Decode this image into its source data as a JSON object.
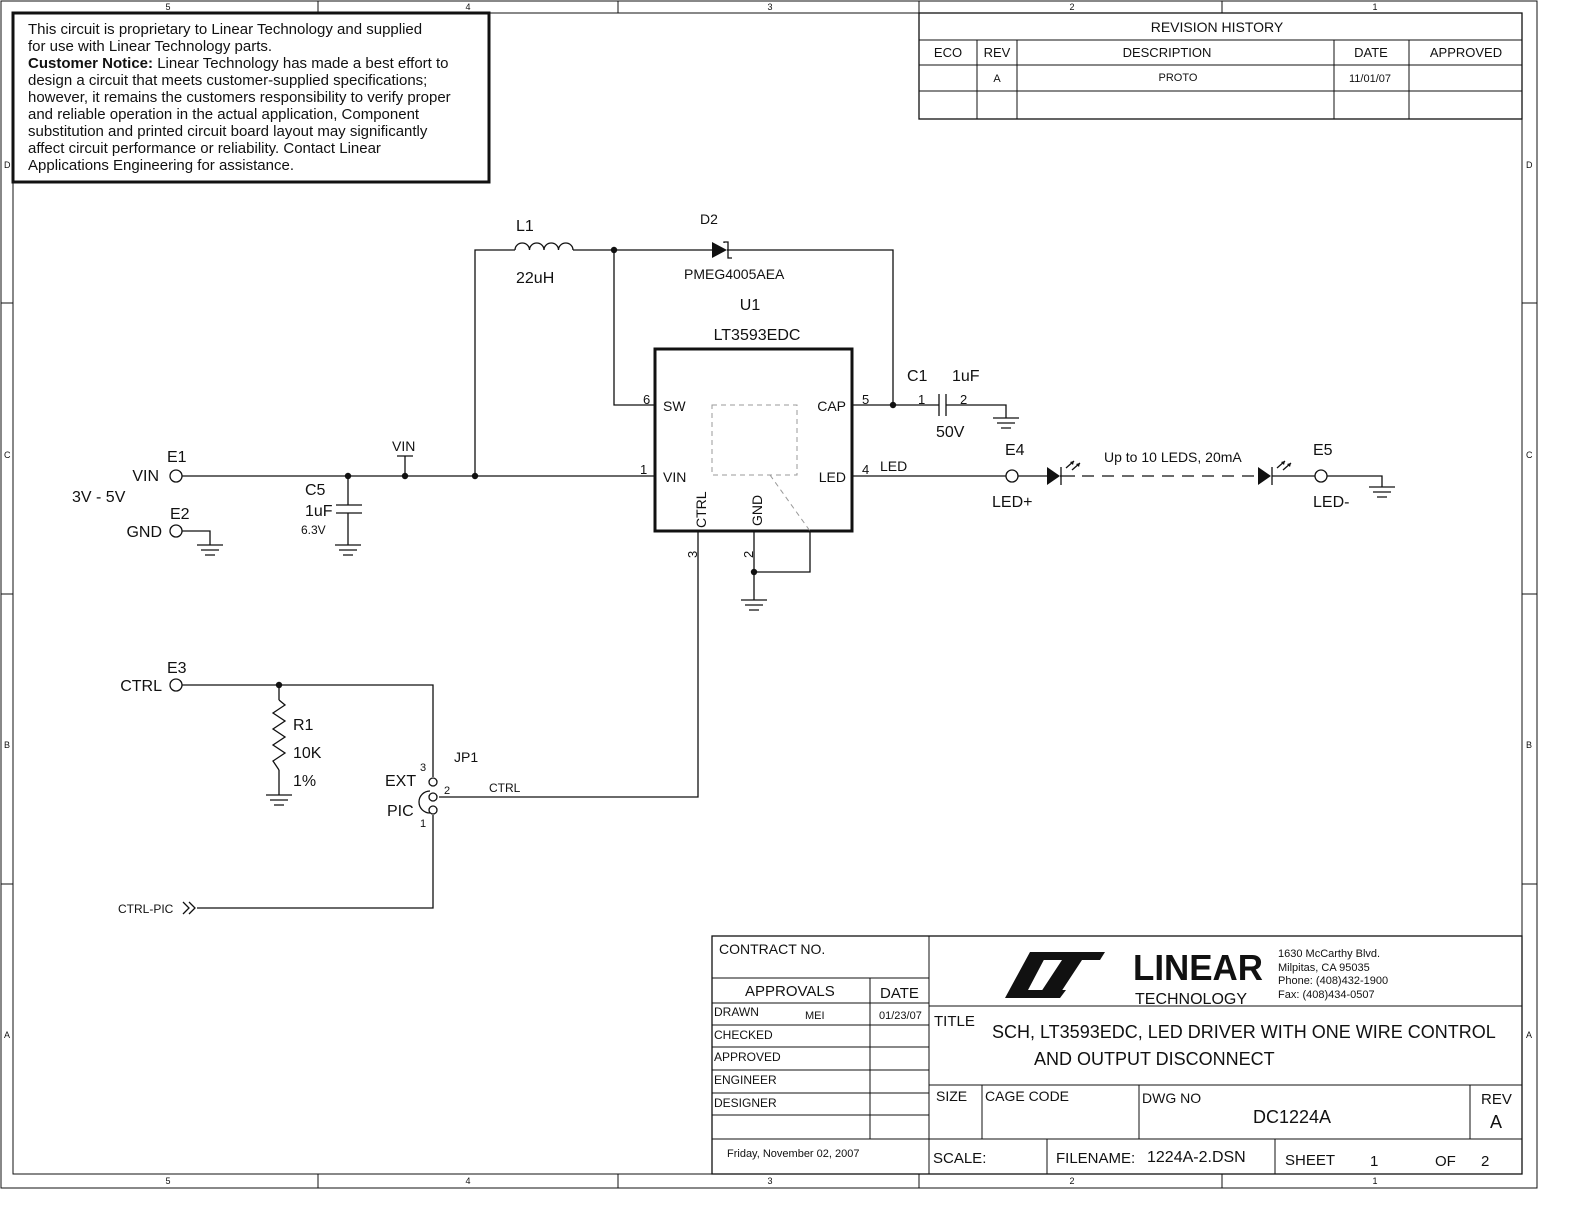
{
  "zones": {
    "columns": [
      "5",
      "4",
      "3",
      "2",
      "1"
    ],
    "rows": [
      "D",
      "C",
      "B",
      "A"
    ]
  },
  "notice": {
    "lines": [
      "This circuit is proprietary to Linear Technology and supplied",
      "for use with Linear Technology parts."
    ],
    "bold_label": "Customer Notice:",
    "bold_line_rest": "Linear Technology has made a best effort to",
    "body": [
      "design a circuit that meets customer-supplied specifications;",
      "however, it remains the customers responsibility to verify proper",
      " and reliable operation in the actual application, Component",
      "substitution and printed circuit board layout may significantly",
      "affect circuit performance or reliability. Contact Linear",
      " Applications Engineering for assistance."
    ]
  },
  "revision_history": {
    "title": "REVISION HISTORY",
    "headers": [
      "ECO",
      "REV",
      "DESCRIPTION",
      "DATE",
      "APPROVED"
    ],
    "rows": [
      [
        "",
        "A",
        "PROTO",
        "11/01/07",
        ""
      ],
      [
        "",
        "",
        "",
        "",
        ""
      ]
    ]
  },
  "components": {
    "L1": {
      "ref": "L1",
      "value": "22uH"
    },
    "D2": {
      "ref": "D2",
      "value": "PMEG4005AEA"
    },
    "U1": {
      "ref": "U1",
      "value": "LT3593EDC",
      "pins": {
        "sw": "SW",
        "vin": "VIN",
        "cap": "CAP",
        "led": "LED",
        "ctrl": "CTRL",
        "gnd": "GND"
      },
      "pin_numbers": {
        "sw": "6",
        "vin": "1",
        "cap": "5",
        "led": "4",
        "ctrl": "3",
        "gnd": "2"
      }
    },
    "C1": {
      "ref": "C1",
      "value": "1uF",
      "voltage": "50V",
      "pin1": "1",
      "pin2": "2"
    },
    "C5": {
      "ref": "C5",
      "value": "1uF",
      "voltage": "6.3V"
    },
    "R1": {
      "ref": "R1",
      "value": "10K",
      "tolerance": "1%"
    },
    "JP1": {
      "ref": "JP1",
      "ext": "EXT",
      "pic": "PIC",
      "pin1": "1",
      "pin2": "2",
      "pin3": "3"
    },
    "E1": {
      "ref": "E1",
      "label": "VIN",
      "range": "3V - 5V"
    },
    "E2": {
      "ref": "E2",
      "label": "GND"
    },
    "E3": {
      "ref": "E3",
      "label": "CTRL"
    },
    "E4": {
      "ref": "E4",
      "label": "LED+"
    },
    "E5": {
      "ref": "E5",
      "label": "LED-"
    }
  },
  "nets": {
    "vin": "VIN",
    "led": "LED",
    "ctrl": "CTRL",
    "ctrl_pic": "CTRL-PIC",
    "led_string": "Up to 10 LEDS, 20mA"
  },
  "title_block": {
    "contract_no": "CONTRACT NO.",
    "approvals": "APPROVALS",
    "date_header": "DATE",
    "roles": [
      {
        "role": "DRAWN",
        "name": "MEI",
        "date": "01/23/07"
      },
      {
        "role": "CHECKED",
        "name": "",
        "date": ""
      },
      {
        "role": "APPROVED",
        "name": "",
        "date": ""
      },
      {
        "role": "ENGINEER",
        "name": "",
        "date": ""
      },
      {
        "role": "DESIGNER",
        "name": "",
        "date": ""
      }
    ],
    "print_date": "Friday, November 02, 2007",
    "logo_text": "LINEAR",
    "logo_sub": "TECHNOLOGY",
    "address": [
      "1630 McCarthy Blvd.",
      "Milpitas, CA 95035",
      "Phone: (408)432-1900",
      "Fax: (408)434-0507"
    ],
    "title_label": "TITLE",
    "title_lines": [
      "SCH, LT3593EDC, LED DRIVER WITH ONE WIRE CONTROL",
      "AND OUTPUT DISCONNECT"
    ],
    "size_label": "SIZE",
    "cage_code_label": "CAGE CODE",
    "dwg_no_label": "DWG NO",
    "dwg_no": "DC1224A",
    "rev_label": "REV",
    "rev": "A",
    "scale_label": "SCALE:",
    "filename_label": "FILENAME:",
    "filename": "1224A-2.DSN",
    "sheet_label": "SHEET",
    "sheet": "1",
    "of_label": "OF",
    "sheet_total": "2"
  }
}
